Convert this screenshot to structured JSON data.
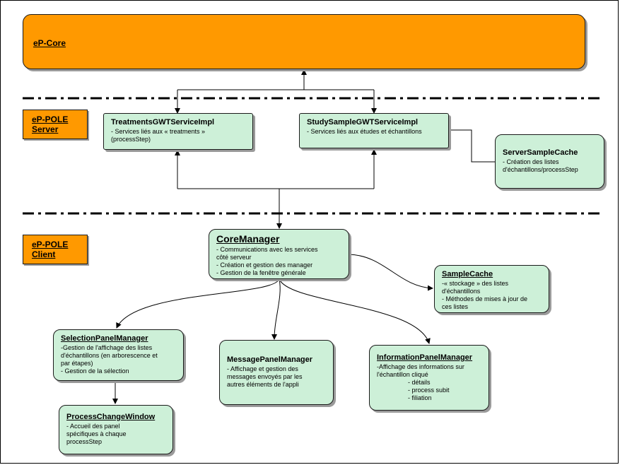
{
  "core": {
    "label": "eP-Core"
  },
  "layers": {
    "server": {
      "line1": "eP-POLE",
      "line2": "Server"
    },
    "client": {
      "line1": "eP-POLE",
      "line2": "Client"
    }
  },
  "boxes": {
    "treatments": {
      "title": "TreatmentsGWTServiceImpl",
      "items": [
        "- Services liés aux « treatments »",
        "(processStep)"
      ]
    },
    "study": {
      "title": "StudySampleGWTServiceImpl",
      "items": [
        "- Services liés aux études et échantillons"
      ]
    },
    "server_cache": {
      "title": "ServerSampleCache",
      "items": [
        "- Création des listes",
        "d'échantillons/processStep"
      ]
    },
    "core_manager": {
      "title": "CoreManager",
      "items": [
        "- Communications avec les services",
        "côté serveur",
        "- Création et gestion des manager",
        "- Gestion de la fenêtre générale"
      ]
    },
    "sample_cache": {
      "title": "SampleCache",
      "items": [
        "-« stockage » des listes",
        "d'échantillons",
        "- Méthodes de mises à jour de",
        "ces listes"
      ]
    },
    "selection": {
      "title": "SelectionPanelManager",
      "items": [
        "-Gestion de l'affichage des listes",
        "d'échantillons (en arborescence et",
        "par étapes)",
        "- Gestion de la sélection"
      ]
    },
    "message": {
      "title": "MessagePanelManager",
      "items": [
        "- Affichage et gestion des",
        "messages envoyés par les",
        "autres éléments de l'appli"
      ]
    },
    "information": {
      "title": "InformationPanelManager",
      "items": [
        "-Affichage des informations sur",
        "l'échantillon cliqué",
        "- détails",
        "- process subit",
        "- filiation"
      ]
    },
    "process_change": {
      "title": "ProcessChangeWindow",
      "items": [
        "- Accueil des panel",
        "spécifiques à chaque",
        "processStep"
      ]
    }
  },
  "colors": {
    "orange": "#ff9900",
    "green": "#cdf0d8",
    "line": "#000000"
  }
}
